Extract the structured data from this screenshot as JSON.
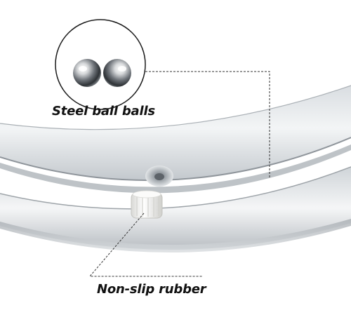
{
  "callouts": {
    "steel_ball": {
      "label": "Steel ball balls"
    },
    "rubber": {
      "label": "Non-slip rubber"
    }
  },
  "colors": {
    "background": "#ffffff",
    "metal_light": "#eef0f2",
    "metal_mid": "#c7ccd1",
    "metal_dark": "#8e959c",
    "rubber": "#f4f4f2",
    "leader_line": "#333333"
  },
  "icons": {
    "steel_balls": "two-chrome-spheres",
    "rubber_foot": "white-ribbed-rubber-peg",
    "screw_hole": "countersunk-hole"
  }
}
